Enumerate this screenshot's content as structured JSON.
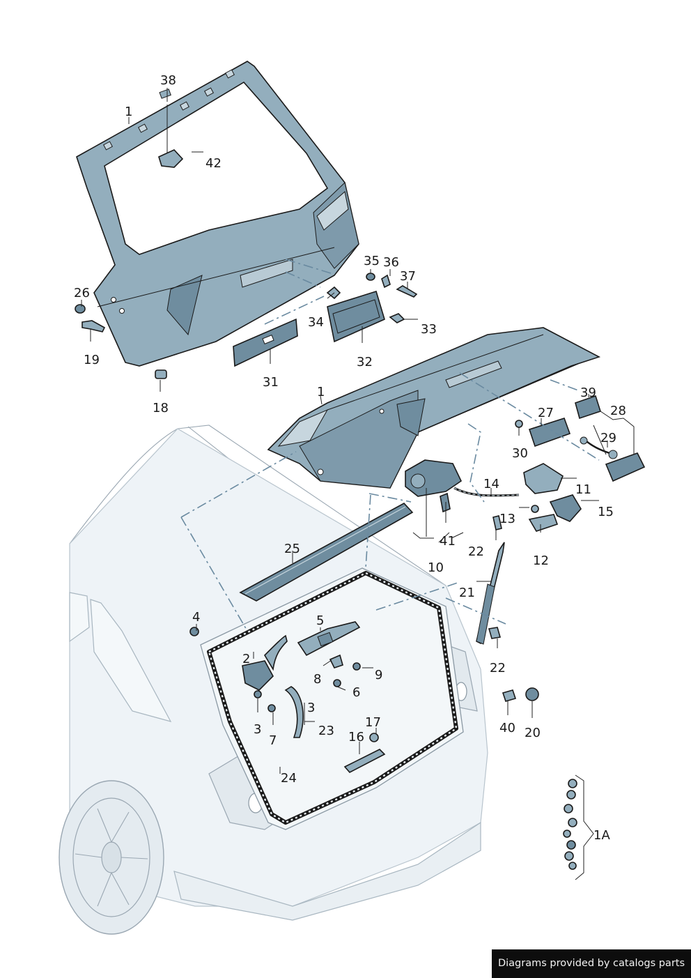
{
  "credit": "Diagrams provided by catalogs parts",
  "colors": {
    "part_fill": "#93aebd",
    "part_dark": "#6f8d9f",
    "body_fill": "#edf3f7",
    "outline": "#1a1a1a",
    "leader_dash": "#6a8aa0",
    "banner_bg": "#0d0d0d"
  },
  "callouts": {
    "c1_top": "1",
    "c1_spoiler": "1",
    "c1a": "1A",
    "c2": "2",
    "c3_left": "3",
    "c3_mid": "3",
    "c4": "4",
    "c5": "5",
    "c6": "6",
    "c7": "7",
    "c8": "8",
    "c9": "9",
    "c10": "10",
    "c11": "11",
    "c12": "12",
    "c13": "13",
    "c14": "14",
    "c15": "15",
    "c16": "16",
    "c17": "17",
    "c18": "18",
    "c19": "19",
    "c20": "20",
    "c21": "21",
    "c22_top": "22",
    "c22_bottom": "22",
    "c23": "23",
    "c24": "24",
    "c25": "25",
    "c26": "26",
    "c27": "27",
    "c28": "28",
    "c29": "29",
    "c30": "30",
    "c31": "31",
    "c32": "32",
    "c33": "33",
    "c34": "34",
    "c35": "35",
    "c36": "36",
    "c37": "37",
    "c38": "38",
    "c39": "39",
    "c40": "40",
    "c41": "41",
    "c42": "42"
  }
}
